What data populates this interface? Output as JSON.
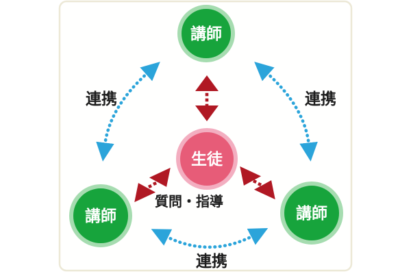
{
  "nodes": {
    "student": {
      "label": "生徒",
      "position": "center"
    },
    "instructors": [
      {
        "label": "講師",
        "position": "top"
      },
      {
        "label": "講師",
        "position": "bottom-left"
      },
      {
        "label": "講師",
        "position": "bottom-right"
      }
    ]
  },
  "labels": {
    "collaboration_left": "連携",
    "collaboration_right": "連携",
    "collaboration_bottom": "連携",
    "question_guidance": "質問・指導"
  },
  "colors": {
    "green": "#17a43c",
    "green-ring": "#a6dcb0",
    "pink": "#e75c78",
    "pink-ring": "#f3aec0",
    "blue": "#2ba4da",
    "red": "#b01823",
    "card-border": "#ece8d6",
    "text": "#1d1d1d"
  }
}
